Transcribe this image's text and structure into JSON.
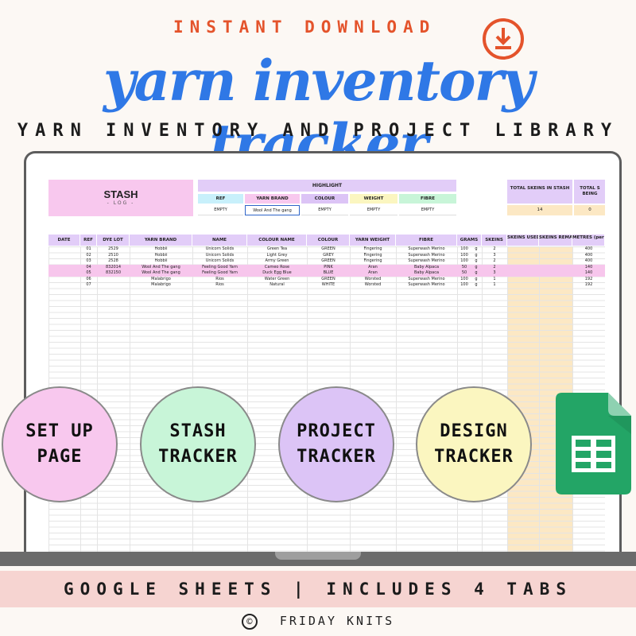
{
  "banner": {
    "instant": "INSTANT DOWNLOAD",
    "download_icon": "download-icon",
    "title": "yarn inventory tracker",
    "subtitle": "YARN INVENTORY AND PROJECT LIBRARY"
  },
  "sheet": {
    "stash_title": "STASH",
    "stash_sub": "- LOG -",
    "highlight_title": "HIGHLIGHT",
    "highlight_cols": [
      "REF",
      "YARN BRAND",
      "COLOUR",
      "WEIGHT",
      "FIBRE"
    ],
    "highlight_vals": [
      "EMPTY",
      "Wool And The gang",
      "EMPTY",
      "EMPTY",
      "EMPTY"
    ],
    "totals": [
      {
        "label": "TOTAL SKEINS IN STASH",
        "value": "14"
      },
      {
        "label": "TOTAL S BEING",
        "value": "0"
      }
    ],
    "headers": [
      "DATE",
      "REF",
      "DYE LOT",
      "YARN BRAND",
      "NAME",
      "COLOUR NAME",
      "COLOUR",
      "YARN WEIGHT",
      "FIBRE",
      "GRAMS",
      "SKEINS",
      "SKEINS USED",
      "SKEINS REMAINING",
      "METRES (per skein)"
    ],
    "rows": [
      {
        "ref": "01",
        "lot": "2529",
        "brand": "Hobbii",
        "name": "Unicorn Solids",
        "cname": "Green Tea",
        "colour": "GREEN",
        "weight": "Fingering",
        "fibre": "Superwash Merino",
        "grams": "100",
        "unit": "g",
        "skeins": "2",
        "metres": "400"
      },
      {
        "ref": "02",
        "lot": "2510",
        "brand": "Hobbii",
        "name": "Unicorn Solids",
        "cname": "Light Grey",
        "colour": "GREY",
        "weight": "Fingering",
        "fibre": "Superwash Merino",
        "grams": "100",
        "unit": "g",
        "skeins": "3",
        "metres": "400"
      },
      {
        "ref": "03",
        "lot": "2528",
        "brand": "Hobbii",
        "name": "Unicorn Solids",
        "cname": "Army Green",
        "colour": "GREEN",
        "weight": "Fingering",
        "fibre": "Superwash Merino",
        "grams": "100",
        "unit": "g",
        "skeins": "2",
        "metres": "400"
      },
      {
        "ref": "04",
        "lot": "832014",
        "brand": "Wool And The gang",
        "name": "Feeling Good Yarn",
        "cname": "Cameo Rose",
        "colour": "PINK",
        "weight": "Aran",
        "fibre": "Baby Alpaca",
        "grams": "50",
        "unit": "g",
        "skeins": "2",
        "metres": "140"
      },
      {
        "ref": "05",
        "lot": "832150",
        "brand": "Wool And The gang",
        "name": "Feeling Good Yarn",
        "cname": "Duck Egg Blue",
        "colour": "BLUE",
        "weight": "Aran",
        "fibre": "Baby Alpaca",
        "grams": "50",
        "unit": "g",
        "skeins": "3",
        "metres": "140"
      },
      {
        "ref": "06",
        "lot": "",
        "brand": "Malabrigo",
        "name": "Rios",
        "cname": "Water Green",
        "colour": "GREEN",
        "weight": "Worsted",
        "fibre": "Superwash Merino",
        "grams": "100",
        "unit": "g",
        "skeins": "1",
        "metres": "192"
      },
      {
        "ref": "07",
        "lot": "",
        "brand": "Malabrigo",
        "name": "Rios",
        "cname": "Natural",
        "colour": "WHITE",
        "weight": "Worsted",
        "fibre": "Superwash Merino",
        "grams": "100",
        "unit": "g",
        "skeins": "1",
        "metres": "192"
      }
    ]
  },
  "circles": [
    {
      "label": "SET UP\nPAGE",
      "color": "#f8c8ee"
    },
    {
      "label": "STASH\nTRACKER",
      "color": "#c8f5d8"
    },
    {
      "label": "PROJECT\nTRACKER",
      "color": "#dcc4f6"
    },
    {
      "label": "DESIGN\nTRACKER",
      "color": "#fbf6c0"
    }
  ],
  "sheets_icon": "google-sheets-icon",
  "bottom_bar": "GOOGLE SHEETS | INCLUDES 4 TABS",
  "footer": {
    "copyright_symbol": "©",
    "brand": "FRIDAY KNITS"
  },
  "colors": {
    "accent_blue": "#2f78e6",
    "accent_orange": "#e4532b",
    "lavender": "#e2cdf8",
    "pink": "#f7c6ec",
    "peach": "#fce8c4"
  }
}
